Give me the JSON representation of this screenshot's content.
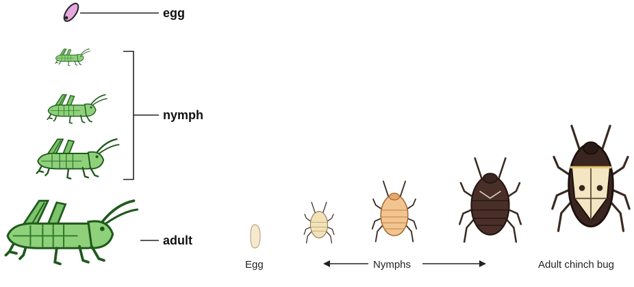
{
  "grasshopper_cycle": {
    "egg_label": "egg",
    "nymph_label": "nymph",
    "adult_label": "adult"
  },
  "chinch_bug_cycle": {
    "egg_label": "Egg",
    "nymphs_label": "Nymphs",
    "adult_label": "Adult chinch bug"
  },
  "colors": {
    "grasshopper_green": "#7cc36b",
    "grasshopper_dark": "#2f7a2c",
    "egg_pink": "#e6a8e0",
    "bug_pale": "#f3e2b8",
    "bug_orange": "#f2c48f",
    "bug_dark": "#4a2f29"
  }
}
